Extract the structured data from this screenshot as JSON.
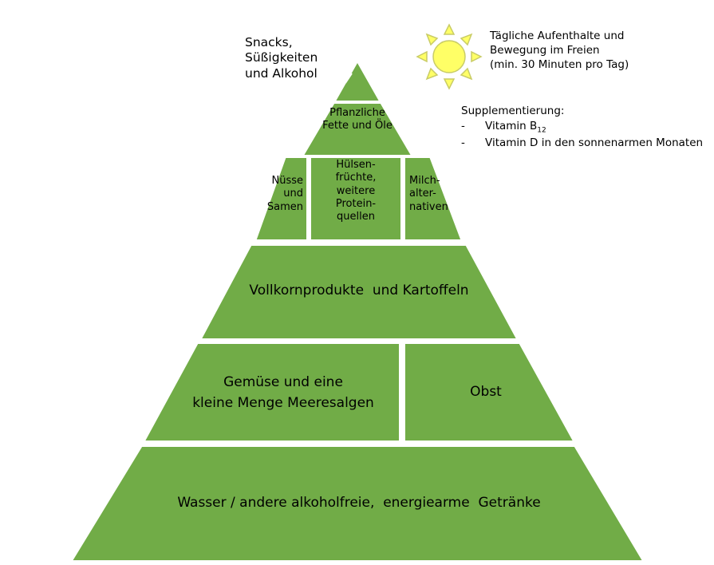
{
  "colors": {
    "fill": "#71ac47",
    "stroke": "#ffffff",
    "sun_fill": "#ffff66",
    "sun_stroke": "#c9cc66"
  },
  "levels": {
    "snacks": "Snacks,\nSüßigkeiten\nund Alkohol",
    "fats": "Pflanzliche\nFette und Öle",
    "nuts": "Nüsse\nund\nSamen",
    "legumes": "Hülsen-\nfrüchte,\nweitere\nProtein-\nquellen",
    "milk": "Milch-\nalter-\nnativen",
    "grains": "Vollkornprodukte  und Kartoffeln",
    "vegetables": "Gemüse und eine\nkleine  Menge  Meeresalgen",
    "fruit": "Obst",
    "water": "Wasser / andere alkoholfreie,  energiearme  Getränke"
  },
  "outdoor": "Tägliche Aufenthalte und\nBewegung im Freien\n(min. 30 Minuten pro Tag)",
  "supplements": {
    "title": "Supplementierung:",
    "dash": "-",
    "b12": "Vitamin B",
    "b12_sub": "12",
    "vitamin_d": "Vitamin D in den sonnenarmen Monaten"
  },
  "icons": {
    "sun": "sun-icon"
  }
}
